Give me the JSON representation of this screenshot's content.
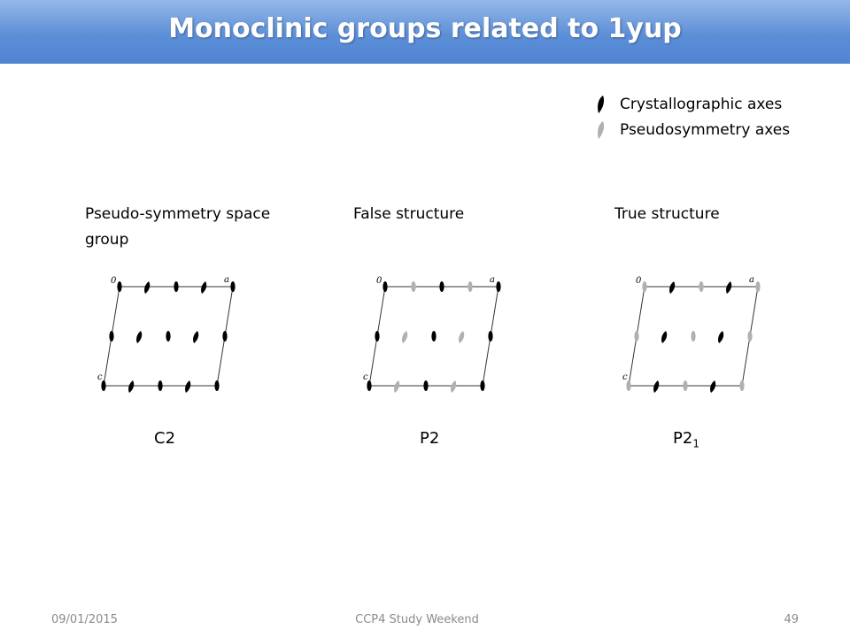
{
  "title": "Monoclinic groups related to 1yup",
  "legend": {
    "crystallographic": "Crystallographic axes",
    "pseudo": "Pseudosymmetry axes"
  },
  "columns": {
    "pseudo_symmetry": "Pseudo-symmetry space group",
    "false_structure": "False structure",
    "true_structure": "True structure"
  },
  "space_groups": {
    "c2": "C2",
    "p2": "P2",
    "p21_base": "P2",
    "p21_sub": "1"
  },
  "cell_labels": {
    "origin": "0",
    "a": "a",
    "c": "c"
  },
  "colors": {
    "crystallographic": "#000000",
    "pseudo": "#b0b0b0",
    "title_bar": "#5d8fd8"
  },
  "footer": {
    "date": "09/01/2015",
    "event": "CCP4 Study Weekend",
    "page": "49"
  }
}
